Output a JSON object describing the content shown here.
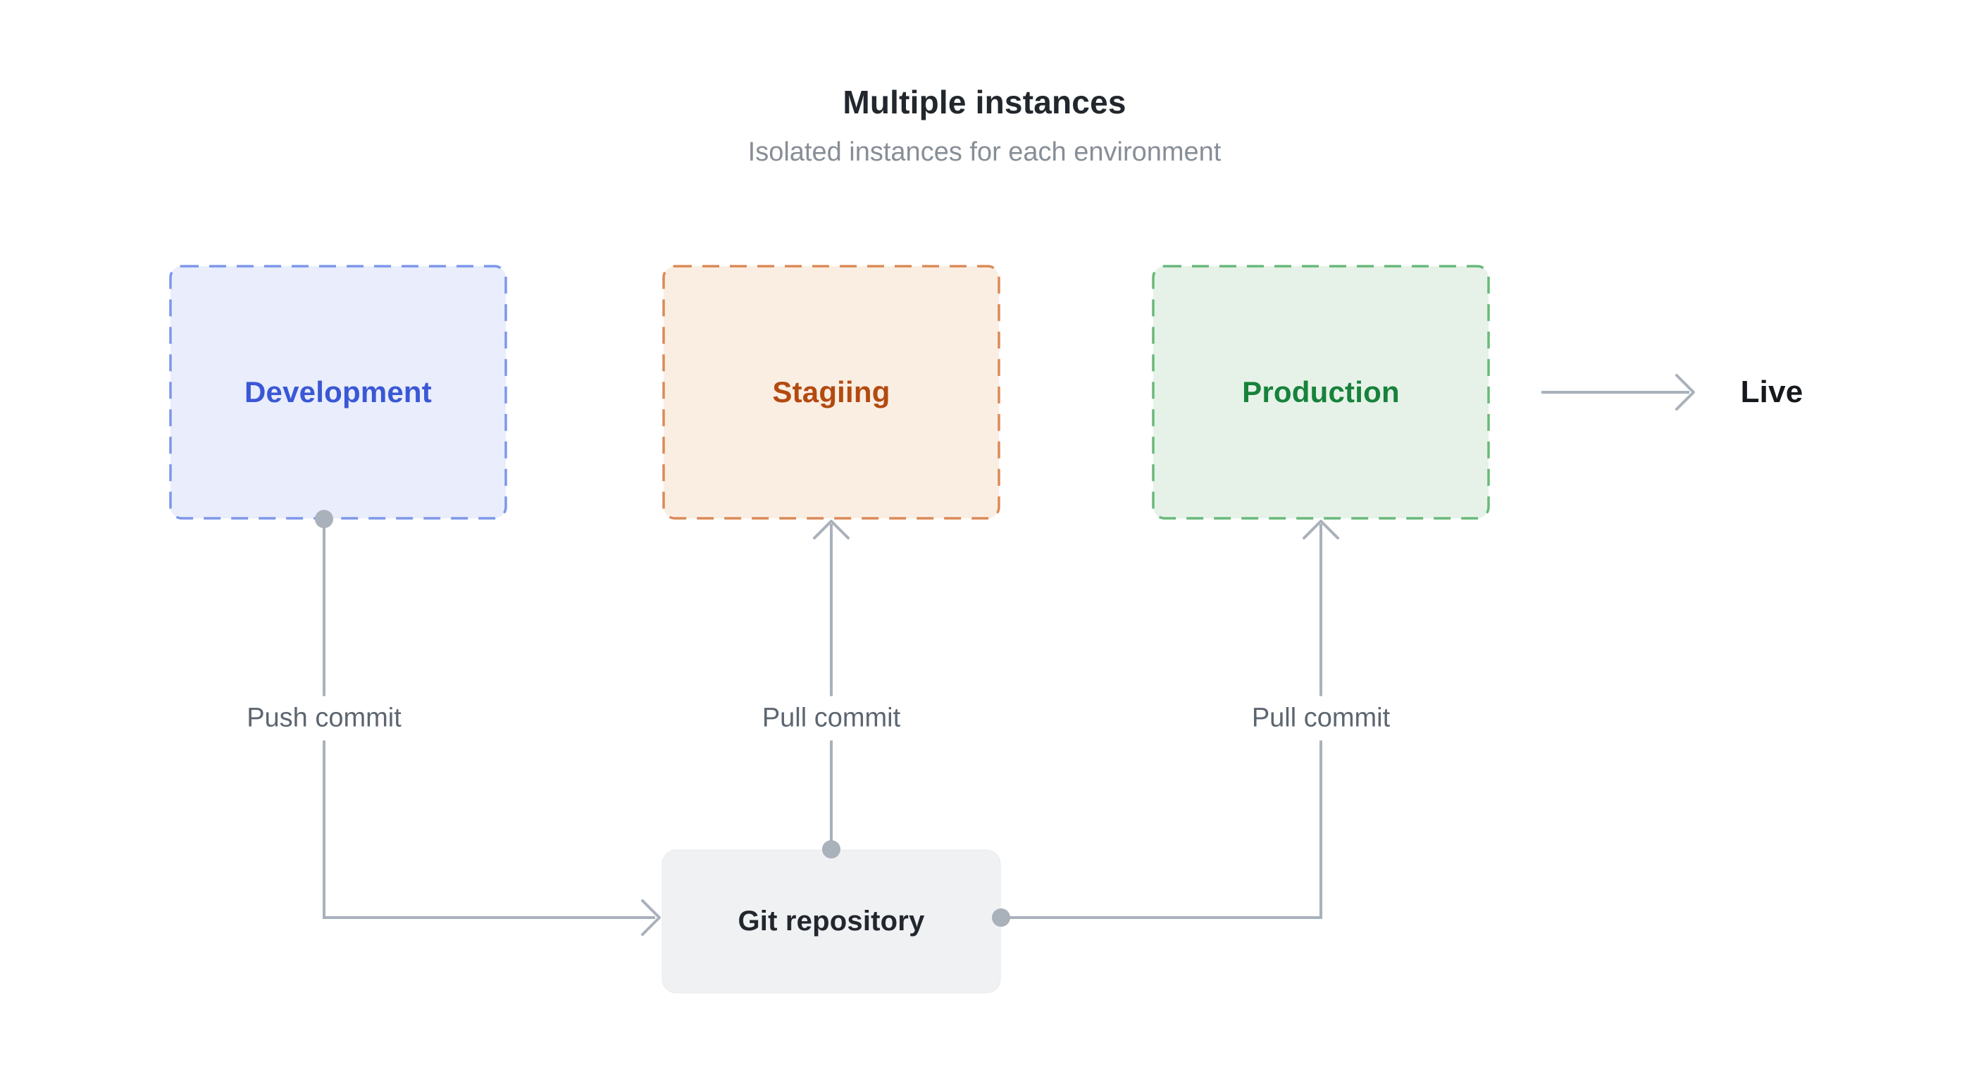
{
  "diagram": {
    "title": "Multiple instances",
    "subtitle": "Isolated instances for each environment",
    "nodes": {
      "development": {
        "label": "Development",
        "fill": "#e9edfc",
        "border": "#7d97ea",
        "text_color": "#3a57d5"
      },
      "staging": {
        "label": "Stagiing",
        "fill": "#faeee3",
        "border": "#db8a57",
        "text_color": "#b34a10"
      },
      "production": {
        "label": "Production",
        "fill": "#e6f2e8",
        "border": "#68b97a",
        "text_color": "#17823b"
      },
      "git_repository": {
        "label": "Git repository",
        "fill": "#f0f1f3",
        "text_color": "#22272e"
      }
    },
    "edges": {
      "push_commit": {
        "label": "Push commit",
        "from": "development",
        "to": "git_repository"
      },
      "pull_commit_staging": {
        "label": "Pull commit",
        "from": "git_repository",
        "to": "staging"
      },
      "pull_commit_production": {
        "label": "Pull commit",
        "from": "git_repository",
        "to": "production"
      },
      "live": {
        "label": "Live",
        "from": "production",
        "to": "live"
      }
    },
    "colors": {
      "background": "#ffffff",
      "connector": "#a9b1bb",
      "edge_label_text": "#5d6670",
      "title_text": "#21272c",
      "subtitle_text": "#878e96",
      "live_text": "#15191d"
    }
  }
}
